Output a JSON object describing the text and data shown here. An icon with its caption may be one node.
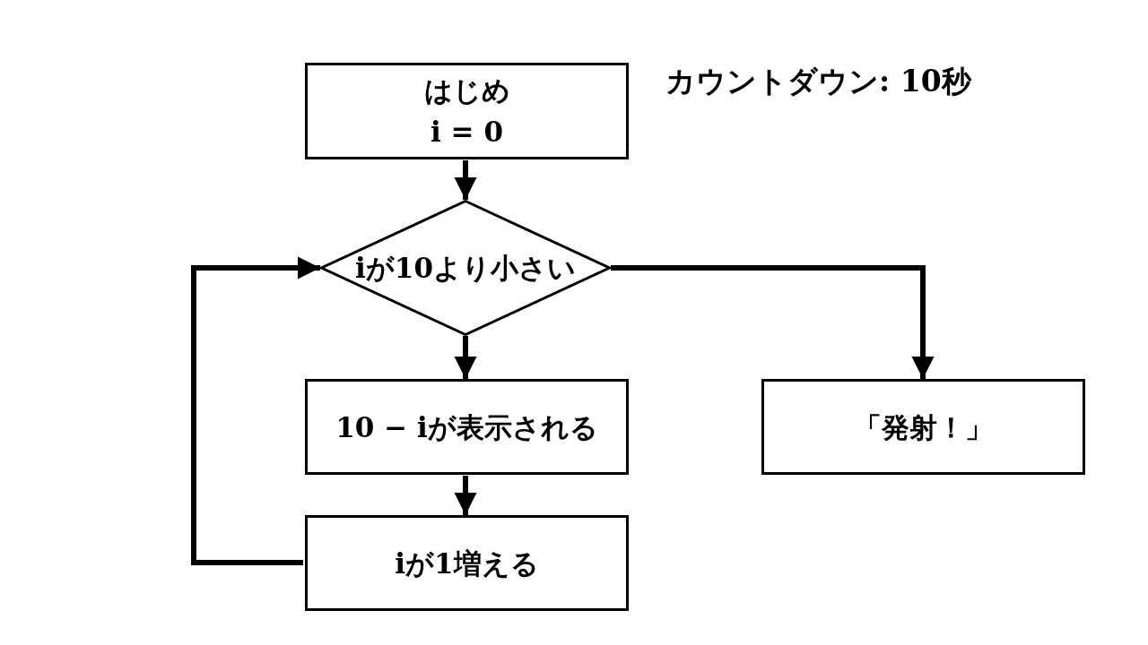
{
  "diagram": {
    "nodes": [
      {
        "text": [
          "はじめ",
          "i = 0"
        ]
      },
      {
        "text": [
          "iが10より小さい"
        ]
      },
      {
        "text": [
          "10 − iが表示される"
        ]
      },
      {
        "text": [
          "iが1増える"
        ]
      },
      {
        "text": [
          "「発射！」"
        ]
      }
    ],
    "edges": [
      {
        "from": 0,
        "to": 1,
        "arrow": "to"
      },
      {
        "from": 1,
        "to": 2,
        "arrow": "to"
      },
      {
        "from": 2,
        "to": 3,
        "arrow": "to"
      },
      {
        "from": 3,
        "to": 1,
        "arrow": "to"
      },
      {
        "from": 1,
        "to": 4,
        "arrow": "to"
      }
    ],
    "labels": [
      "カウントダウン: 10秒"
    ]
  }
}
